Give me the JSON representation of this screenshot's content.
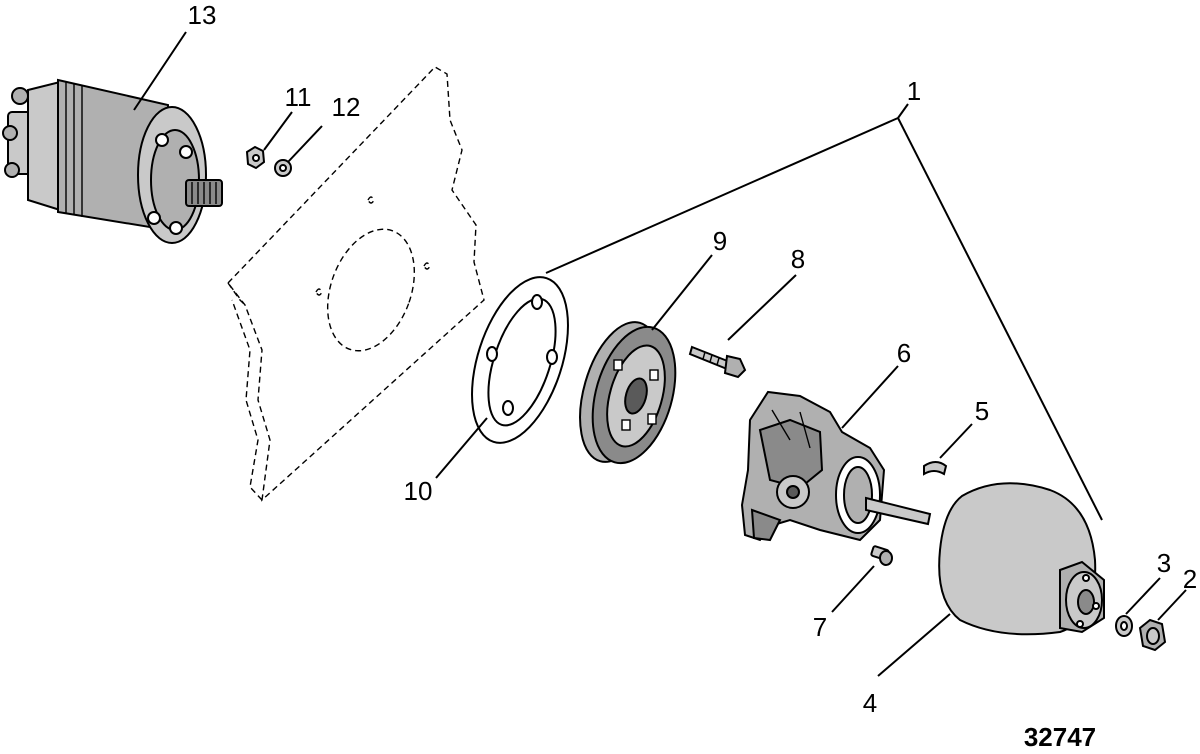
{
  "diagram": {
    "callouts": [
      {
        "id": "1",
        "text": "1"
      },
      {
        "id": "2",
        "text": "2"
      },
      {
        "id": "3",
        "text": "3"
      },
      {
        "id": "4",
        "text": "4"
      },
      {
        "id": "5",
        "text": "5"
      },
      {
        "id": "6",
        "text": "6"
      },
      {
        "id": "7",
        "text": "7"
      },
      {
        "id": "8",
        "text": "8"
      },
      {
        "id": "9",
        "text": "9"
      },
      {
        "id": "10",
        "text": "10"
      },
      {
        "id": "11",
        "text": "11"
      },
      {
        "id": "12",
        "text": "12"
      },
      {
        "id": "13",
        "text": "13"
      }
    ],
    "figure_number": "32747"
  }
}
